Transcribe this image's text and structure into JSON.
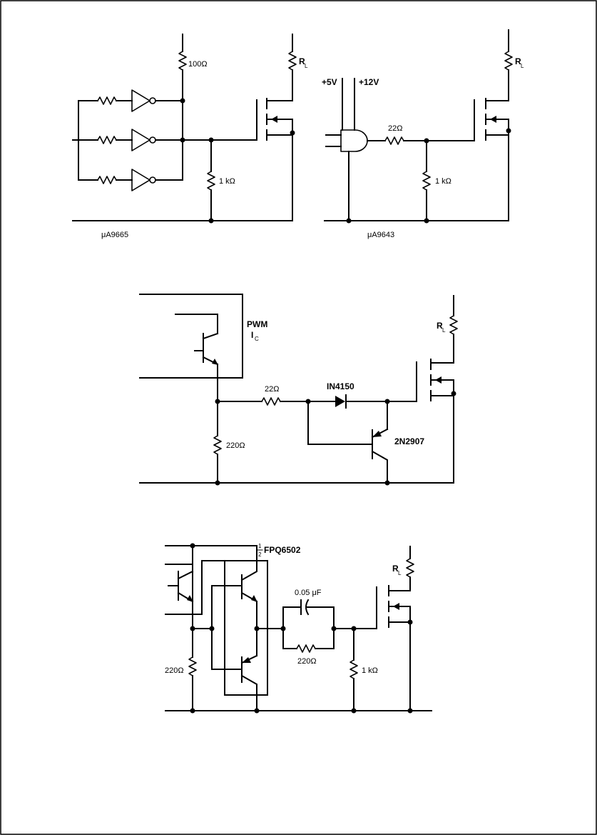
{
  "circuit1": {
    "r_top": "100Ω",
    "r_gate": "1 kΩ",
    "load": "R",
    "load_sub": "L",
    "caption": "μA9665"
  },
  "circuit2": {
    "supply_5v": "+5V",
    "supply_12v": "+12V",
    "r_series": "22Ω",
    "r_gate": "1 kΩ",
    "load": "R",
    "load_sub": "L",
    "caption": "μA9643"
  },
  "circuit3": {
    "ic_label": "PWM",
    "ic_sub_main": "I",
    "ic_sub": "C",
    "r_series": "22Ω",
    "diode": "IN4150",
    "r_pull": "220Ω",
    "transistor": "2N2907",
    "load": "R",
    "load_sub": "L"
  },
  "circuit4": {
    "frac_num": "1",
    "frac_den": "2",
    "ic": "FPQ6502",
    "cap": "0.05 μF",
    "r_series": "220Ω",
    "r_pull": "220Ω",
    "r_gate": "1 kΩ",
    "load": "R",
    "load_sub": "L"
  }
}
